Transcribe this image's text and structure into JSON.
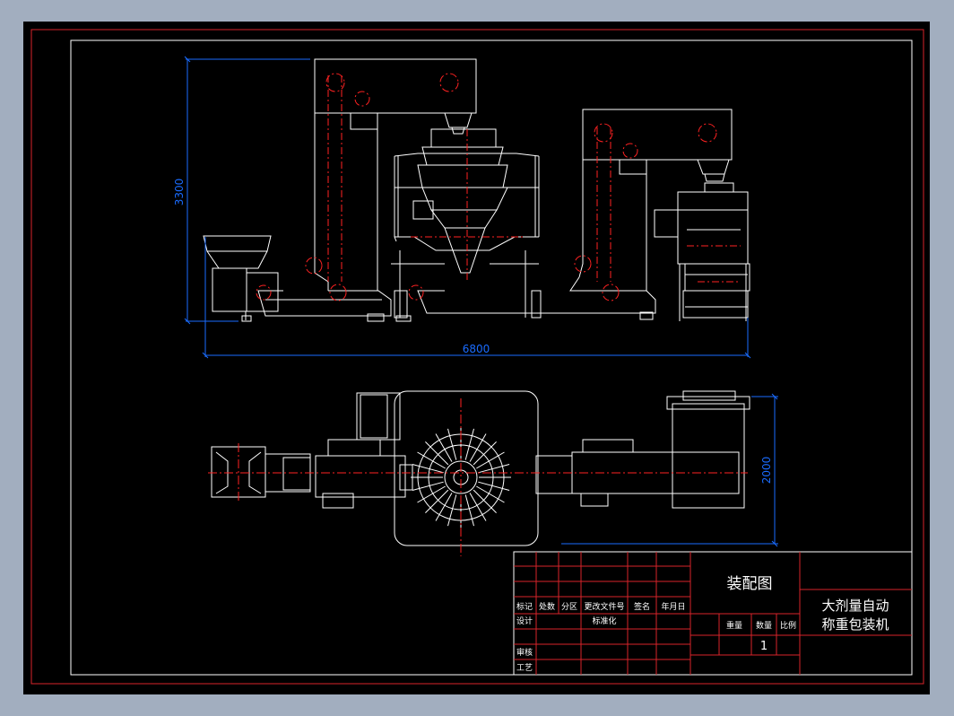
{
  "colors": {
    "background": "#a2aebf",
    "canvas": "#000000",
    "outline": "#ffffff",
    "centerline": "#ff2222",
    "dimension": "#1a6cff",
    "table_grid": "#d8242a"
  },
  "dimensions": {
    "height": "3300",
    "length": "6800",
    "width": "2000"
  },
  "title_block": {
    "drawing_type": "装配图",
    "title_line1": "大剂量自动",
    "title_line2": "称重包装机",
    "scale_value": "1",
    "scale_headers": [
      "重量",
      "数量",
      "比例"
    ],
    "revision_headers": [
      "标记",
      "处数",
      "分区",
      "更改文件号",
      "签名",
      "年月日"
    ],
    "design": "设计",
    "standardize": "标准化",
    "review": "审核",
    "process": "工艺"
  }
}
